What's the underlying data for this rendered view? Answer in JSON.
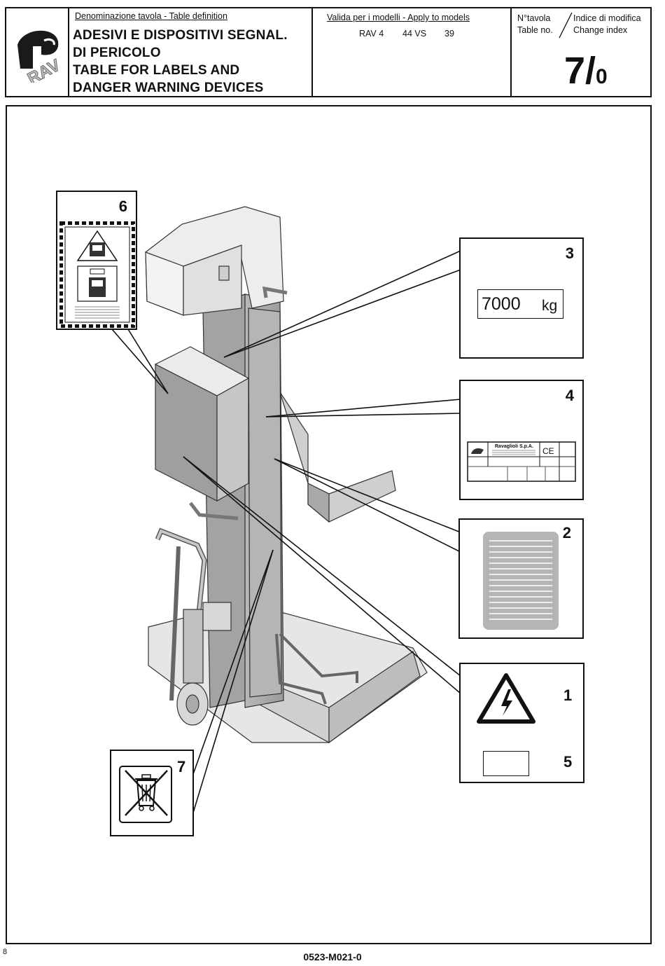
{
  "header": {
    "logo_text": "RAV",
    "definition_label": "Denominazione tavola - Table definition",
    "title_lines": [
      "ADESIVI E DISPOSITIVI SEGNAL.",
      "DI PERICOLO",
      "TABLE FOR LABELS AND",
      "DANGER WARNING DEVICES"
    ],
    "models_label": "Valida per i modelli - Apply to models",
    "models": [
      "RAV 4",
      "44 VS",
      "39"
    ],
    "table_no_label_it": "N°tavola",
    "table_no_label_en": "Table no.",
    "change_index_label_it": "Indice di modifica",
    "change_index_label_en": "Change index",
    "table_no": "7/",
    "change_index": "0"
  },
  "callouts": {
    "c6": {
      "number": "6"
    },
    "c3": {
      "number": "3",
      "capacity_value": "7000",
      "capacity_unit": "kg"
    },
    "c4": {
      "number": "4",
      "plate_brand": "Ravaglioli S.p.A."
    },
    "c2": {
      "number": "2"
    },
    "c1": {
      "number": "1"
    },
    "c5": {
      "number": "5"
    },
    "c7": {
      "number": "7"
    }
  },
  "footer": {
    "document_code": "0523-M021-0",
    "page_number": "8"
  }
}
